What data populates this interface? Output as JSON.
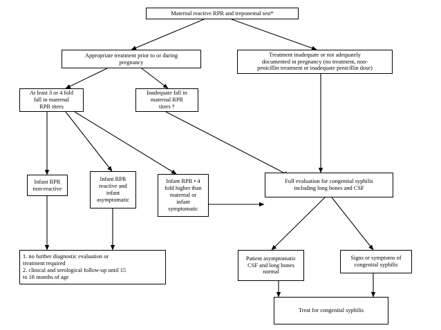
{
  "nodes": {
    "maternal_test": "Maternal reactive RPR and treponemal test*",
    "appropriate_treatment": "Appropriate treatment prior to or during\npregnancy",
    "inadequate_treatment": "Treatment inadequate or not adequately\ndocumented in pregnancy (no treatment, non-\npenicillin treatment or inadequate penicillin dose)",
    "fold_fall": "At least 3 or 4 fold\nfall in maternal\nRPR titers",
    "inadequate_fall": "Inadequate fall in\nmaternal RPR\ntiters †",
    "infant_nonreactive": "Infant RPR\nnon-reactive",
    "infant_reactive_asymptomatic": "Infant RPR\nreactive and\ninfant\nasymptomatic",
    "infant_fourfold": "Infant RPR • 4\nfold higher than\nmaternal or\ninfant\nsymptomatic",
    "full_evaluation": "Full evaluation for congenital syphilis\nincluding long bones and CSF",
    "no_further": "1. no further diagnostic evaluation or\ntreatment  required\n2. clinical and serological follow-up until 15\nto 18 months of age",
    "patient_asymptomatic": "Patient asymptomatic\nCSF and long bones\nnormal",
    "signs_symptoms": "Signs or symptoms of\ncongenital syphilis",
    "treat": "Treat for congenital syphilis"
  },
  "colors": {
    "line": "#000000",
    "box_border": "#000000",
    "background": "#ffffff"
  }
}
